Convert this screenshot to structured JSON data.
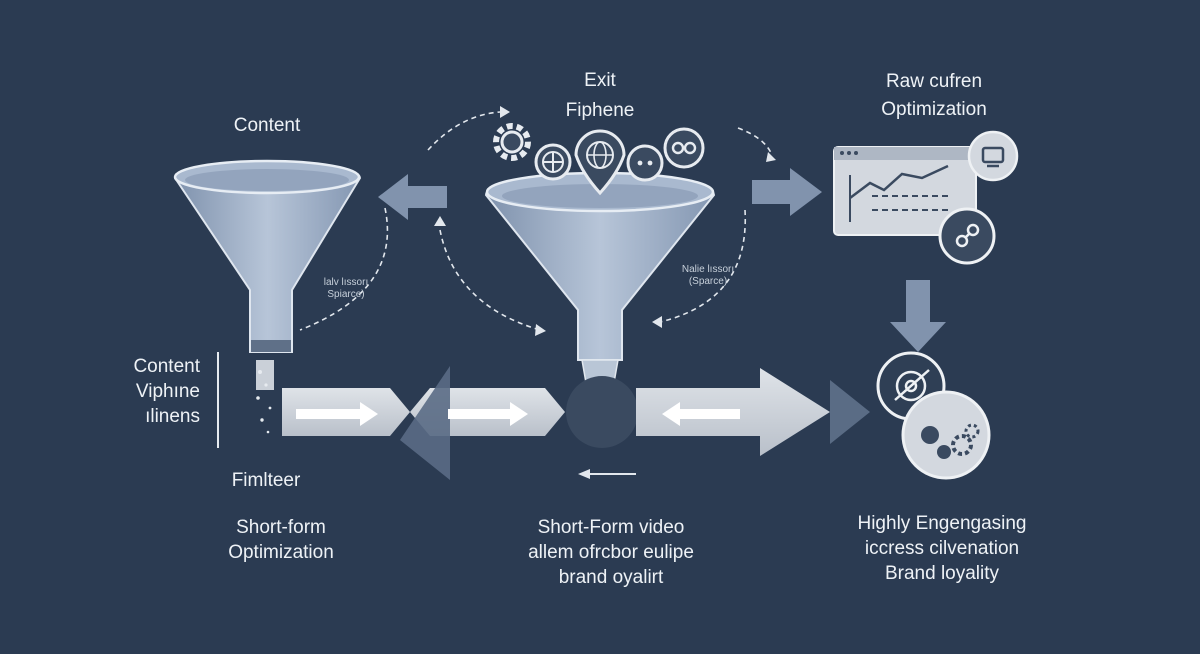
{
  "colors": {
    "background": "#2b3b52",
    "funnel": "#9fb0c8",
    "arrow": "#8193ad",
    "band": "#c9ced6",
    "light": "#e8ebef",
    "dark": "#3a4a60"
  },
  "left_stage": {
    "top_label": "Content",
    "side_label_lines": [
      "Content",
      "Viphıne",
      "ılinens"
    ],
    "filter_label": "Fimlteer",
    "note_lines": [
      "lalv lıssorı",
      "Spiarce)"
    ],
    "bottom_label_lines": [
      "Short-form",
      "Optimization"
    ]
  },
  "middle_stage": {
    "top_label_lines": [
      "Exit",
      "Fiphene"
    ],
    "note_lines": [
      "Nalie lıssorı",
      "(Sparce)"
    ],
    "icons": [
      "gear-icon",
      "globe-icon",
      "globe-pin-icon",
      "face-icon",
      "glasses-icon"
    ],
    "bottom_label_lines": [
      "Short-Form video",
      "allem ofrcbor eulipe",
      "brand oyalirt"
    ]
  },
  "right_stage": {
    "top_label_lines": [
      "Raw cufren",
      "Optimization"
    ],
    "icons": [
      "analytics-window-icon",
      "monitor-icon",
      "link-icon",
      "target-icon",
      "gears-icon"
    ],
    "bottom_label_lines": [
      "Highly Engengasing",
      "iccress cilvenation",
      "Brand loyality"
    ]
  }
}
